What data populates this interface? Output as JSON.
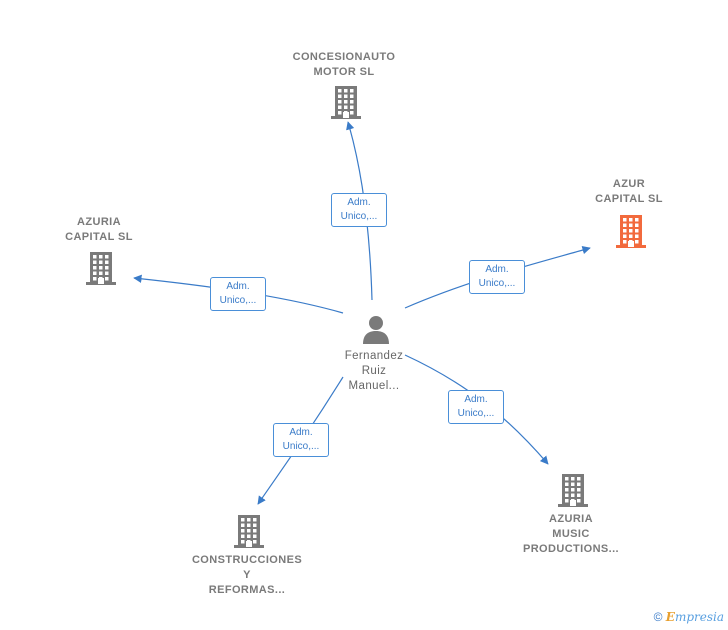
{
  "center": {
    "label": "Fernandez\nRuiz\nManuel..."
  },
  "nodes": [
    {
      "id": "concesionauto",
      "label": "CONCESIONAUTO\nMOTOR  SL",
      "highlight": false
    },
    {
      "id": "azur",
      "label": "AZUR\nCAPITAL  SL",
      "highlight": true
    },
    {
      "id": "azuria-capital",
      "label": "AZURIA\nCAPITAL  SL",
      "highlight": false
    },
    {
      "id": "azuria-music",
      "label": "AZURIA\nMUSIC\nPRODUCTIONS...",
      "highlight": false
    },
    {
      "id": "construcciones",
      "label": "CONSTRUCCIONES\nY\nREFORMAS...",
      "highlight": false
    }
  ],
  "edges": [
    {
      "to": "concesionauto",
      "line1": "Adm.",
      "line2": "Unico,..."
    },
    {
      "to": "azur",
      "line1": "Adm.",
      "line2": "Unico,..."
    },
    {
      "to": "azuria-capital",
      "line1": "Adm.",
      "line2": "Unico,..."
    },
    {
      "to": "azuria-music",
      "line1": "Adm.",
      "line2": "Unico,..."
    },
    {
      "to": "construcciones",
      "line1": "Adm.",
      "line2": "Unico,..."
    }
  ],
  "colors": {
    "edge": "#3a7bc8",
    "building": "#7a7a7a",
    "building_highlight": "#f26a3d",
    "person": "#7a7a7a"
  },
  "footer": {
    "symbol": "©",
    "brand_initial": "E",
    "brand_rest": "mpresia"
  }
}
